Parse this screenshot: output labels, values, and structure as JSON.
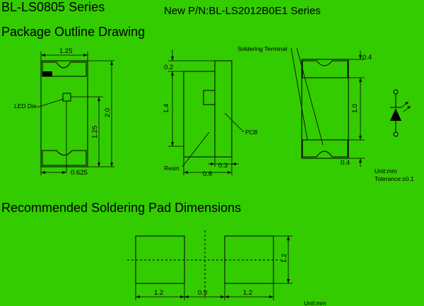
{
  "header": {
    "series": "BL-LS0805 Series",
    "new_pn": "New P/N:BL-LS2012B0E1 Series"
  },
  "sections": {
    "outline_title": "Package Outline Drawing",
    "pad_title": "Recommended Soldering Pad Dimensions"
  },
  "top_view": {
    "width": "1.25",
    "height": "2.0",
    "die_offset_y": "1.25",
    "die_offset_x": "0.625",
    "led_die_label": "LED Die"
  },
  "side_view": {
    "top_thickness": "0.2",
    "body_height": "1.4",
    "pcb_thickness": "0.3",
    "depth": "0.8",
    "pcb_label": "PCB",
    "resin_label": "Resin"
  },
  "bottom_view": {
    "terminal_label": "Soldering Terminal",
    "terminal_top": "0.4",
    "center_gap": "1.0",
    "terminal_bottom": "0.4"
  },
  "notes": {
    "unit": "Unit:mm",
    "tolerance": "Tolerance:±0.1",
    "unit2": "Unit:mm"
  },
  "pads": {
    "pad_height": "1.2",
    "left_width": "1.2",
    "gap": "0.9",
    "right_width": "1.2"
  }
}
